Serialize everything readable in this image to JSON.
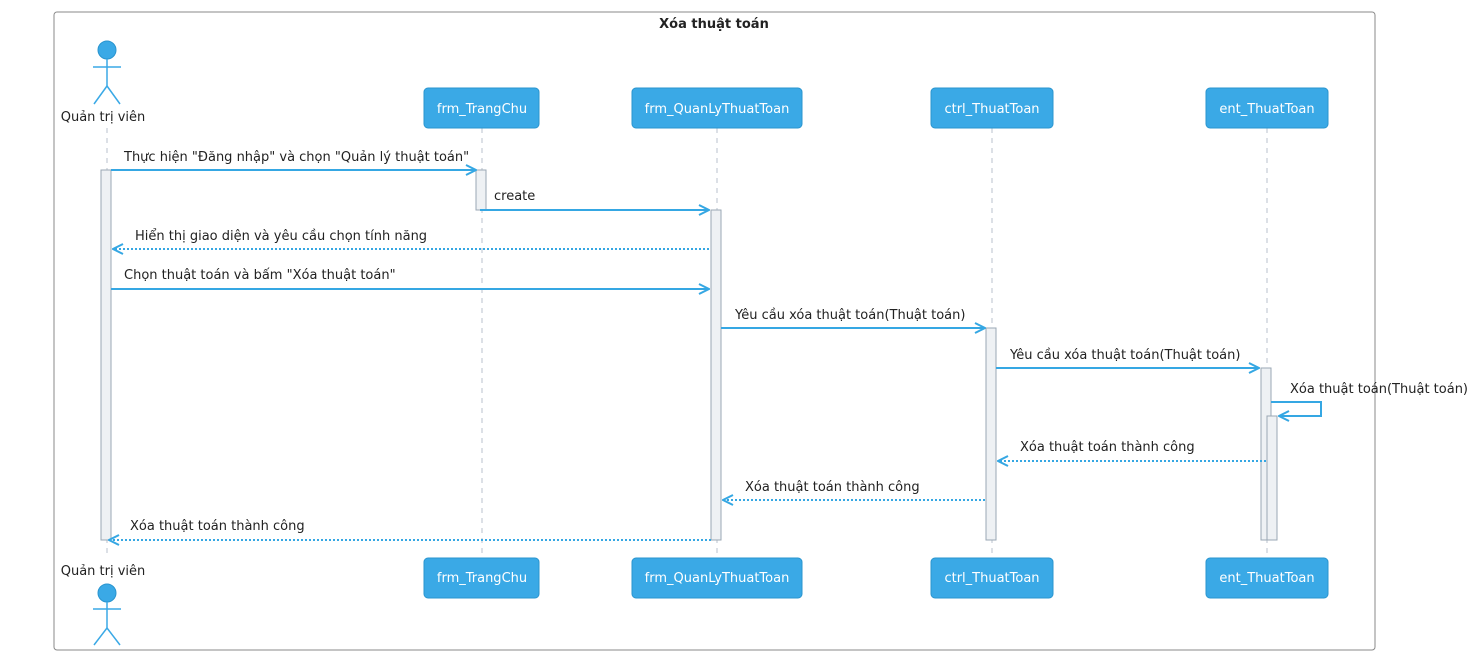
{
  "frame": {
    "title": "Xóa thuật toán"
  },
  "participants": [
    {
      "id": "admin",
      "label": "Quản trị viên",
      "kind": "actor"
    },
    {
      "id": "home",
      "label": "frm_TrangChu",
      "kind": "boundary"
    },
    {
      "id": "manage",
      "label": "frm_QuanLyThuatToan",
      "kind": "boundary"
    },
    {
      "id": "ctrl",
      "label": "ctrl_ThuatToan",
      "kind": "control"
    },
    {
      "id": "ent",
      "label": "ent_ThuatToan",
      "kind": "entity"
    }
  ],
  "messages": [
    {
      "from": "admin",
      "to": "home",
      "label": "Thực hiện \"Đăng nhập\" và chọn \"Quản lý thuật toán\"",
      "type": "sync"
    },
    {
      "from": "home",
      "to": "manage",
      "label": "create",
      "type": "sync"
    },
    {
      "from": "manage",
      "to": "admin",
      "label": "Hiển thị giao diện và yêu cầu chọn tính năng",
      "type": "return"
    },
    {
      "from": "admin",
      "to": "manage",
      "label": "Chọn thuật toán và bấm \"Xóa thuật toán\"",
      "type": "sync"
    },
    {
      "from": "manage",
      "to": "ctrl",
      "label": "Yêu cầu xóa thuật toán(Thuật toán)",
      "type": "sync"
    },
    {
      "from": "ctrl",
      "to": "ent",
      "label": "Yêu cầu xóa thuật toán(Thuật toán)",
      "type": "sync"
    },
    {
      "from": "ent",
      "to": "ent",
      "label": "Xóa thuật toán(Thuật toán)",
      "type": "self"
    },
    {
      "from": "ent",
      "to": "ctrl",
      "label": "Xóa thuật toán thành công",
      "type": "return"
    },
    {
      "from": "ctrl",
      "to": "manage",
      "label": "Xóa thuật toán thành công",
      "type": "return"
    },
    {
      "from": "manage",
      "to": "admin",
      "label": "Xóa thuật toán thành công",
      "type": "return"
    }
  ],
  "colors": {
    "accent": "#35a7e3",
    "participant_fill": "#3aa9e6",
    "activation_fill": "#eef1f4",
    "activation_stroke": "#9aa7b4",
    "lifeline": "#b9c2cc",
    "frame_stroke": "#8a8a8a",
    "text": "#222222"
  }
}
